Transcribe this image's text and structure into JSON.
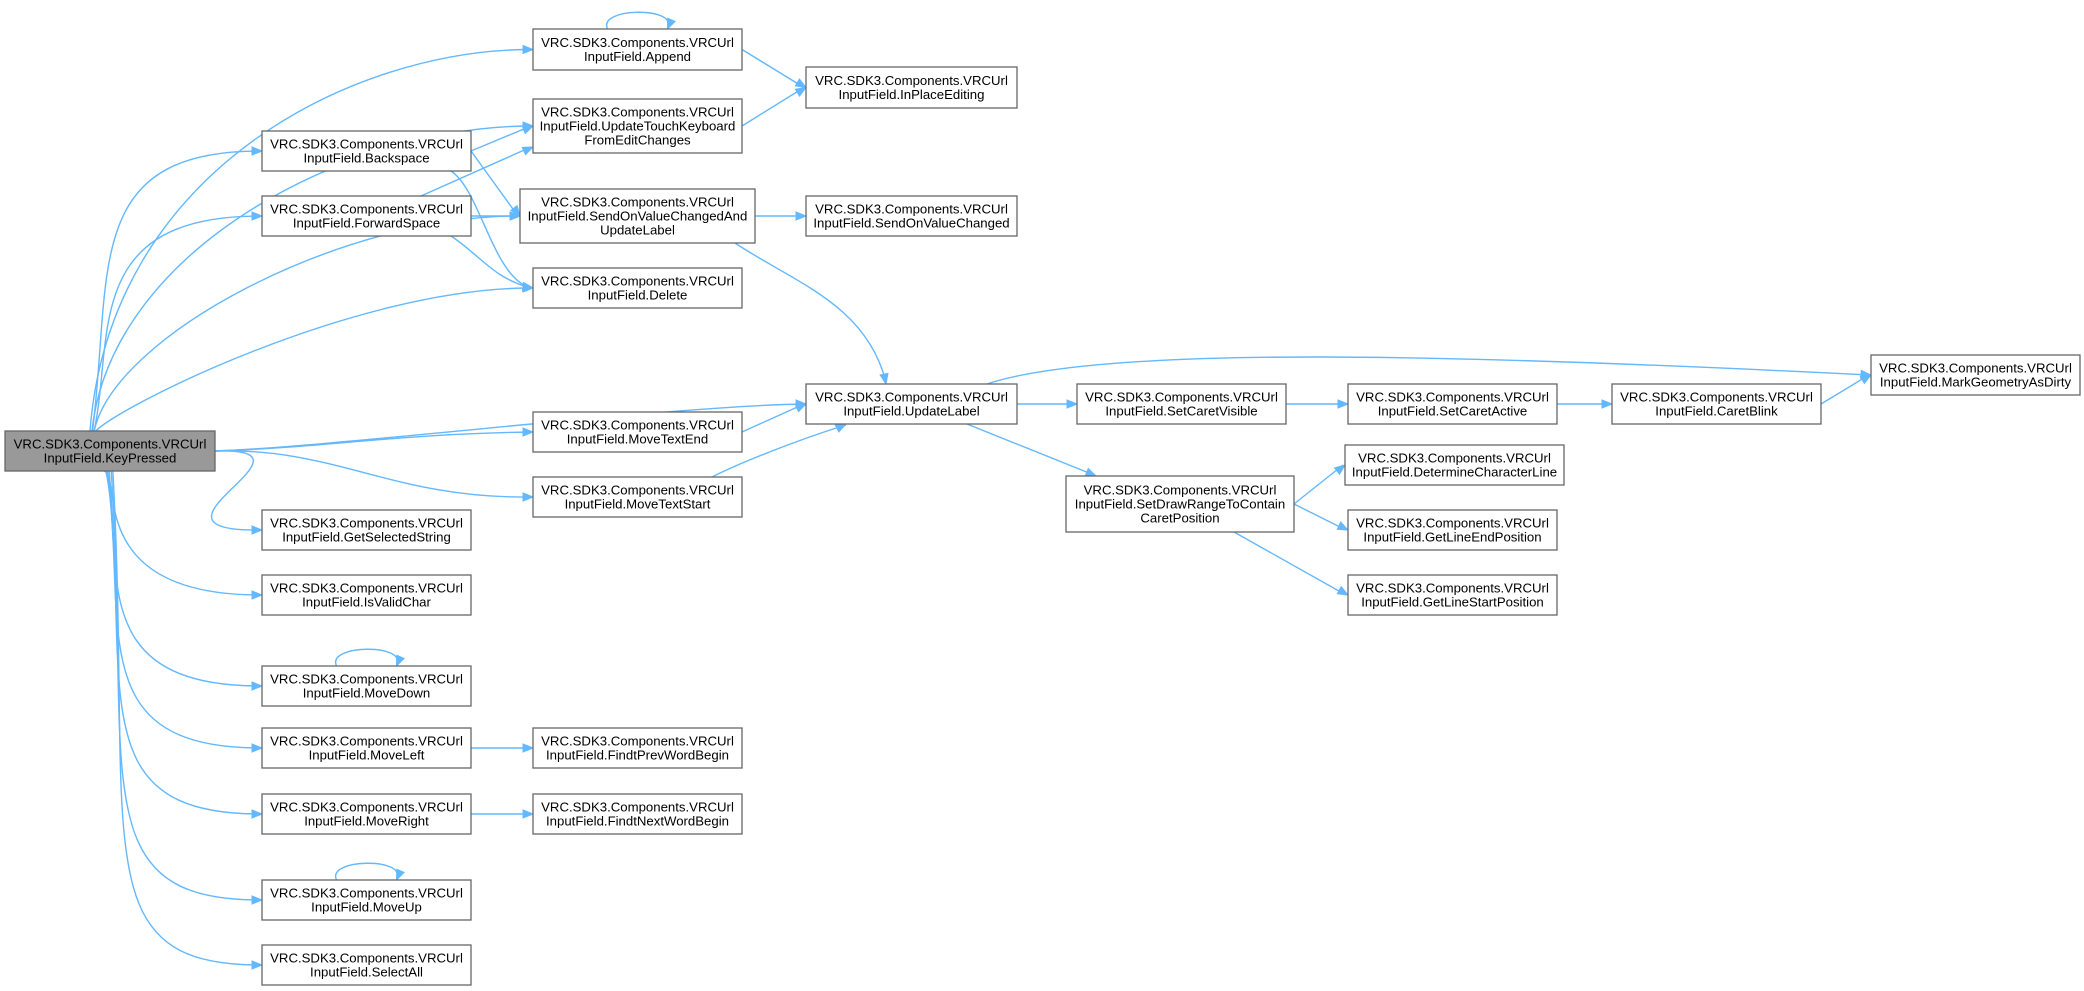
{
  "nodes": [
    {
      "id": "KeyPressed",
      "lines": [
        "VRC.SDK3.Components.VRCUrl",
        "InputField.KeyPressed"
      ],
      "root": true
    },
    {
      "id": "Append",
      "lines": [
        "VRC.SDK3.Components.VRCUrl",
        "InputField.Append"
      ]
    },
    {
      "id": "UpdateTouchKeyboard",
      "lines": [
        "VRC.SDK3.Components.VRCUrl",
        "InputField.UpdateTouchKeyboard",
        "FromEditChanges"
      ]
    },
    {
      "id": "InPlaceEditing",
      "lines": [
        "VRC.SDK3.Components.VRCUrl",
        "InputField.InPlaceEditing"
      ]
    },
    {
      "id": "Backspace",
      "lines": [
        "VRC.SDK3.Components.VRCUrl",
        "InputField.Backspace"
      ]
    },
    {
      "id": "ForwardSpace",
      "lines": [
        "VRC.SDK3.Components.VRCUrl",
        "InputField.ForwardSpace"
      ]
    },
    {
      "id": "SendOnValueChangedAndUpdateLabel",
      "lines": [
        "VRC.SDK3.Components.VRCUrl",
        "InputField.SendOnValueChangedAnd",
        "UpdateLabel"
      ]
    },
    {
      "id": "SendOnValueChanged",
      "lines": [
        "VRC.SDK3.Components.VRCUrl",
        "InputField.SendOnValueChanged"
      ]
    },
    {
      "id": "Delete",
      "lines": [
        "VRC.SDK3.Components.VRCUrl",
        "InputField.Delete"
      ]
    },
    {
      "id": "UpdateLabel",
      "lines": [
        "VRC.SDK3.Components.VRCUrl",
        "InputField.UpdateLabel"
      ]
    },
    {
      "id": "MoveTextEnd",
      "lines": [
        "VRC.SDK3.Components.VRCUrl",
        "InputField.MoveTextEnd"
      ]
    },
    {
      "id": "MoveTextStart",
      "lines": [
        "VRC.SDK3.Components.VRCUrl",
        "InputField.MoveTextStart"
      ]
    },
    {
      "id": "SetCaretVisible",
      "lines": [
        "VRC.SDK3.Components.VRCUrl",
        "InputField.SetCaretVisible"
      ]
    },
    {
      "id": "SetCaretActive",
      "lines": [
        "VRC.SDK3.Components.VRCUrl",
        "InputField.SetCaretActive"
      ]
    },
    {
      "id": "CaretBlink",
      "lines": [
        "VRC.SDK3.Components.VRCUrl",
        "InputField.CaretBlink"
      ]
    },
    {
      "id": "MarkGeometryAsDirty",
      "lines": [
        "VRC.SDK3.Components.VRCUrl",
        "InputField.MarkGeometryAsDirty"
      ]
    },
    {
      "id": "SetDrawRange",
      "lines": [
        "VRC.SDK3.Components.VRCUrl",
        "InputField.SetDrawRangeToContain",
        "CaretPosition"
      ]
    },
    {
      "id": "DetermineCharacterLine",
      "lines": [
        "VRC.SDK3.Components.VRCUrl",
        "InputField.DetermineCharacterLine"
      ]
    },
    {
      "id": "GetLineEndPosition",
      "lines": [
        "VRC.SDK3.Components.VRCUrl",
        "InputField.GetLineEndPosition"
      ]
    },
    {
      "id": "GetLineStartPosition",
      "lines": [
        "VRC.SDK3.Components.VRCUrl",
        "InputField.GetLineStartPosition"
      ]
    },
    {
      "id": "GetSelectedString",
      "lines": [
        "VRC.SDK3.Components.VRCUrl",
        "InputField.GetSelectedString"
      ]
    },
    {
      "id": "IsValidChar",
      "lines": [
        "VRC.SDK3.Components.VRCUrl",
        "InputField.IsValidChar"
      ]
    },
    {
      "id": "MoveDown",
      "lines": [
        "VRC.SDK3.Components.VRCUrl",
        "InputField.MoveDown"
      ]
    },
    {
      "id": "MoveLeft",
      "lines": [
        "VRC.SDK3.Components.VRCUrl",
        "InputField.MoveLeft"
      ]
    },
    {
      "id": "FindtPrevWordBegin",
      "lines": [
        "VRC.SDK3.Components.VRCUrl",
        "InputField.FindtPrevWordBegin"
      ]
    },
    {
      "id": "MoveRight",
      "lines": [
        "VRC.SDK3.Components.VRCUrl",
        "InputField.MoveRight"
      ]
    },
    {
      "id": "FindtNextWordBegin",
      "lines": [
        "VRC.SDK3.Components.VRCUrl",
        "InputField.FindtNextWordBegin"
      ]
    },
    {
      "id": "MoveUp",
      "lines": [
        "VRC.SDK3.Components.VRCUrl",
        "InputField.MoveUp"
      ]
    },
    {
      "id": "SelectAll",
      "lines": [
        "VRC.SDK3.Components.VRCUrl",
        "InputField.SelectAll"
      ]
    }
  ],
  "edges": [
    [
      "KeyPressed",
      "Append"
    ],
    [
      "KeyPressed",
      "UpdateTouchKeyboard"
    ],
    [
      "KeyPressed",
      "Backspace"
    ],
    [
      "KeyPressed",
      "ForwardSpace"
    ],
    [
      "KeyPressed",
      "SendOnValueChangedAndUpdateLabel"
    ],
    [
      "KeyPressed",
      "Delete"
    ],
    [
      "KeyPressed",
      "UpdateLabel"
    ],
    [
      "KeyPressed",
      "MoveTextEnd"
    ],
    [
      "KeyPressed",
      "MoveTextStart"
    ],
    [
      "KeyPressed",
      "GetSelectedString"
    ],
    [
      "KeyPressed",
      "IsValidChar"
    ],
    [
      "KeyPressed",
      "MoveDown"
    ],
    [
      "KeyPressed",
      "MoveLeft"
    ],
    [
      "KeyPressed",
      "MoveRight"
    ],
    [
      "KeyPressed",
      "MoveUp"
    ],
    [
      "KeyPressed",
      "SelectAll"
    ],
    [
      "Append",
      "Append"
    ],
    [
      "Append",
      "InPlaceEditing"
    ],
    [
      "UpdateTouchKeyboard",
      "InPlaceEditing"
    ],
    [
      "Backspace",
      "UpdateTouchKeyboard"
    ],
    [
      "Backspace",
      "SendOnValueChangedAndUpdateLabel"
    ],
    [
      "Backspace",
      "Delete"
    ],
    [
      "ForwardSpace",
      "UpdateTouchKeyboard"
    ],
    [
      "ForwardSpace",
      "SendOnValueChangedAndUpdateLabel"
    ],
    [
      "ForwardSpace",
      "Delete"
    ],
    [
      "SendOnValueChangedAndUpdateLabel",
      "SendOnValueChanged"
    ],
    [
      "SendOnValueChangedAndUpdateLabel",
      "UpdateLabel"
    ],
    [
      "MoveTextEnd",
      "UpdateLabel"
    ],
    [
      "MoveTextStart",
      "UpdateLabel"
    ],
    [
      "UpdateLabel",
      "SetCaretVisible"
    ],
    [
      "UpdateLabel",
      "MarkGeometryAsDirty"
    ],
    [
      "UpdateLabel",
      "SetDrawRange"
    ],
    [
      "SetCaretVisible",
      "SetCaretActive"
    ],
    [
      "SetCaretActive",
      "CaretBlink"
    ],
    [
      "CaretBlink",
      "MarkGeometryAsDirty"
    ],
    [
      "SetDrawRange",
      "DetermineCharacterLine"
    ],
    [
      "SetDrawRange",
      "GetLineEndPosition"
    ],
    [
      "SetDrawRange",
      "GetLineStartPosition"
    ],
    [
      "MoveDown",
      "MoveDown"
    ],
    [
      "MoveLeft",
      "FindtPrevWordBegin"
    ],
    [
      "MoveRight",
      "FindtNextWordBegin"
    ],
    [
      "MoveUp",
      "MoveUp"
    ]
  ]
}
